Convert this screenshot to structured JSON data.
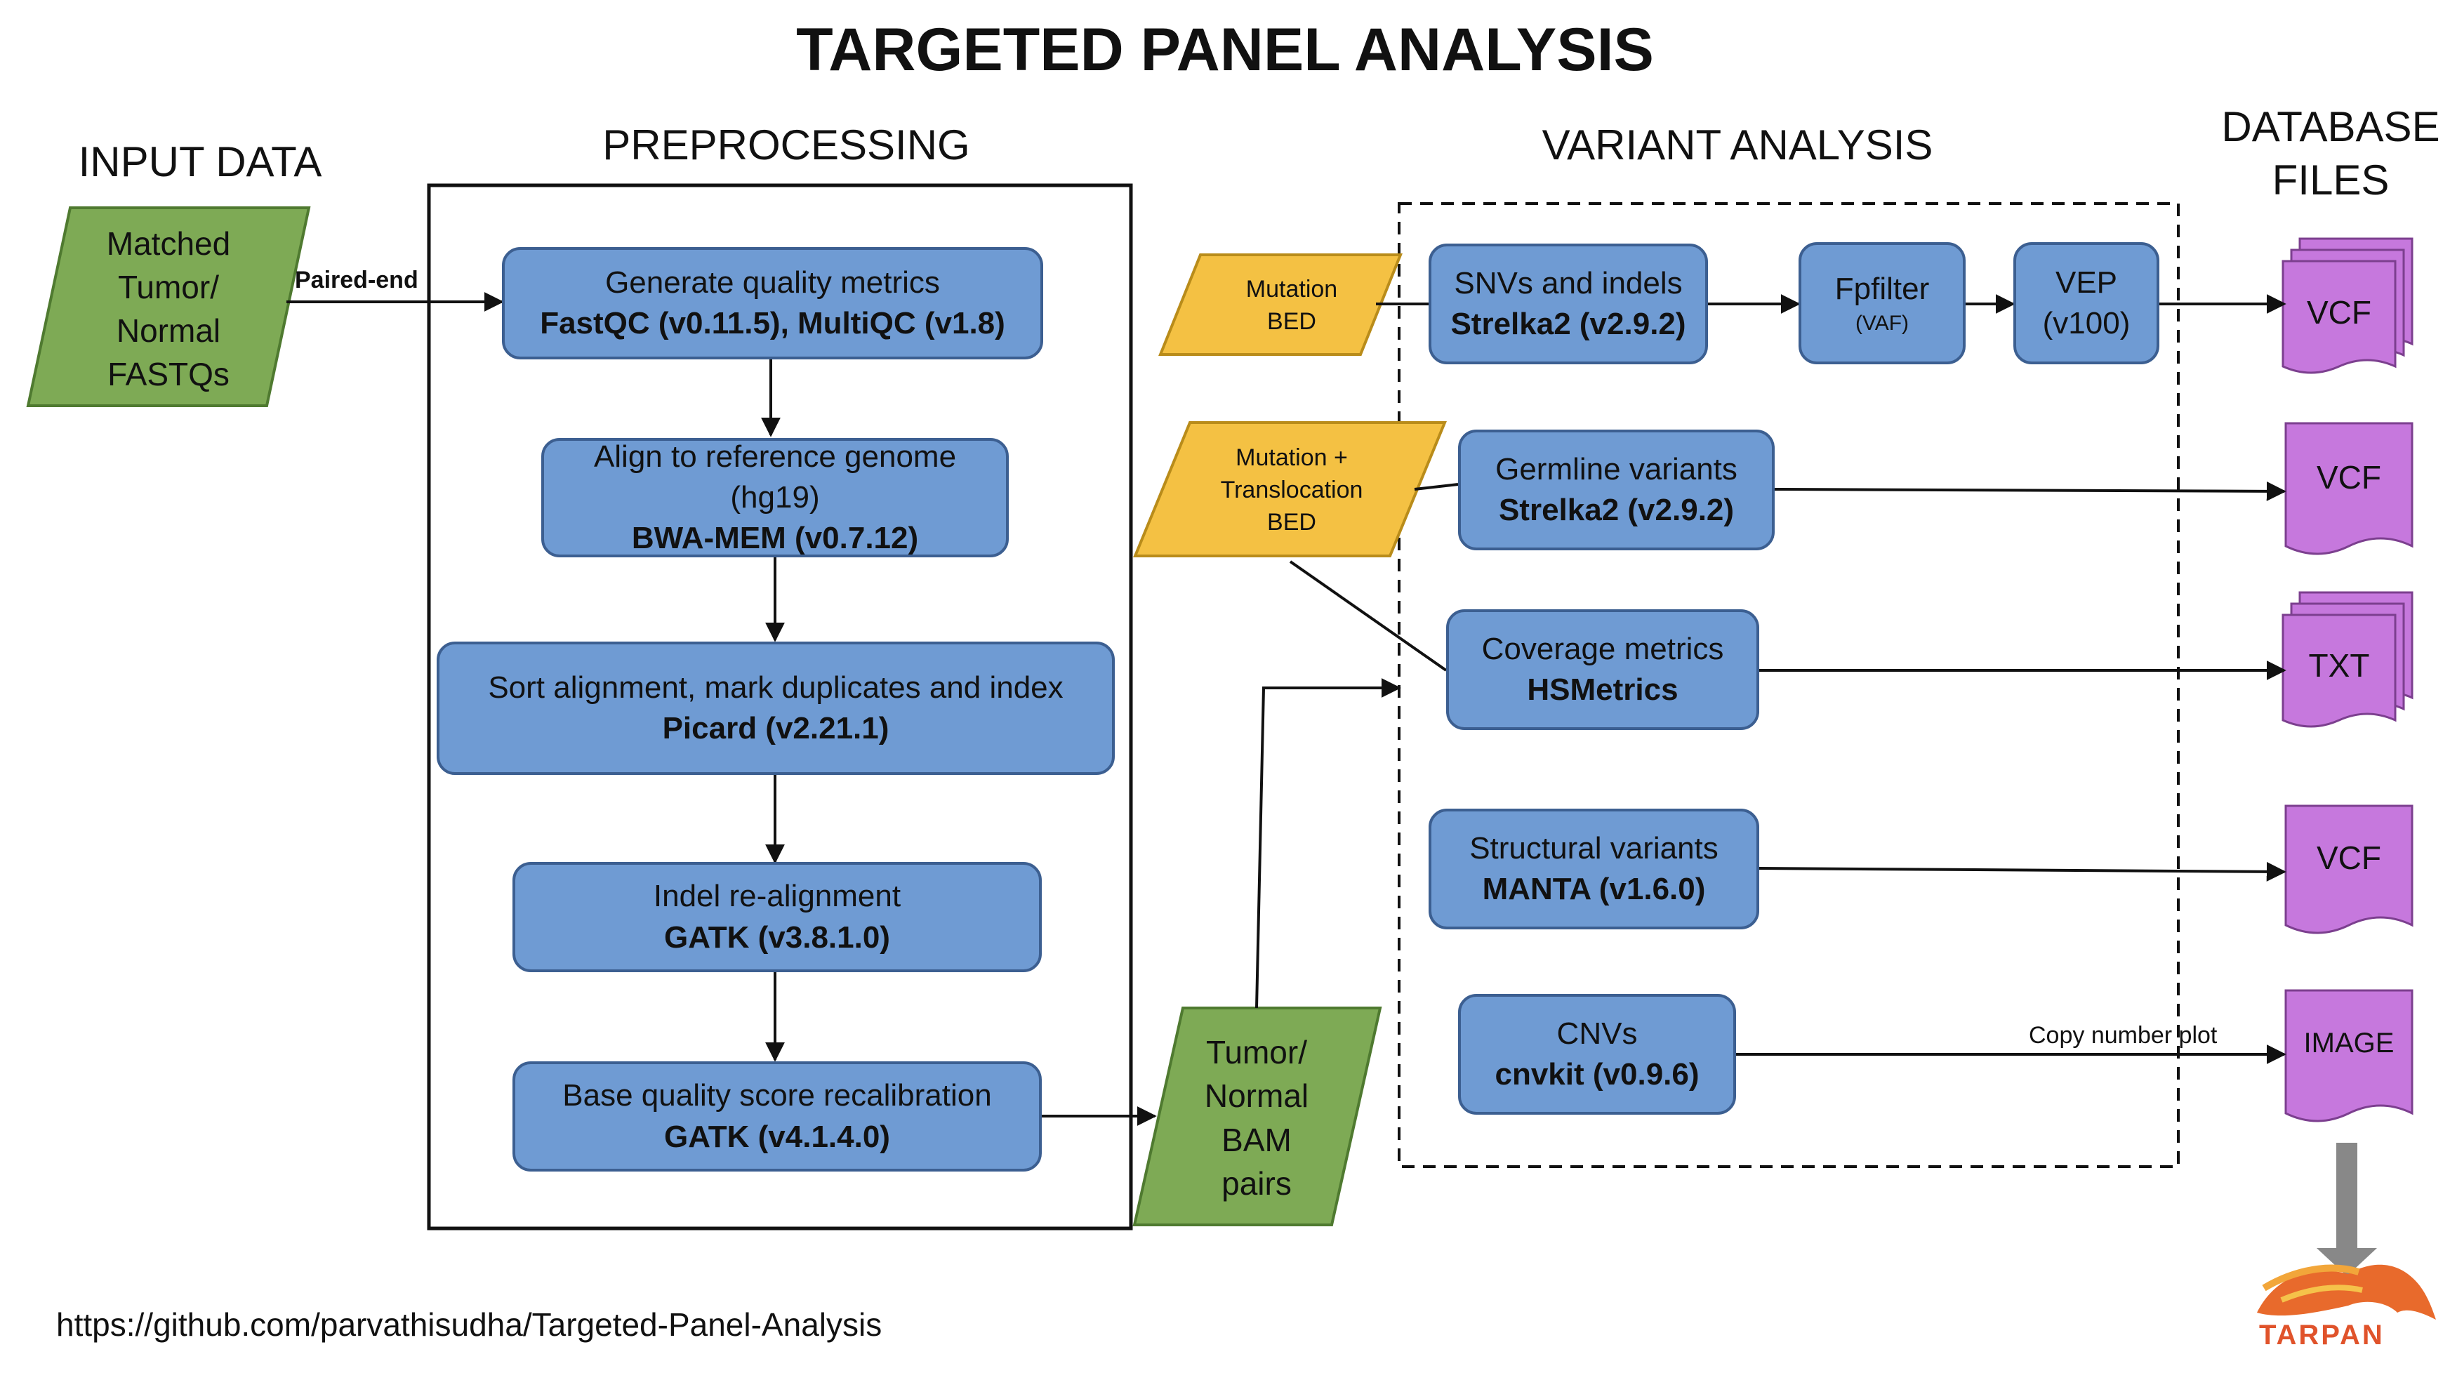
{
  "title": "TARGETED PANEL ANALYSIS",
  "sections": {
    "input": "INPUT DATA",
    "preprocessing": "PREPROCESSING",
    "variant": "VARIANT ANALYSIS",
    "database_line1": "DATABASE",
    "database_line2": "FILES"
  },
  "input_data": {
    "lines": [
      "Matched",
      "Tumor/",
      "Normal",
      "FASTQs"
    ],
    "edge_label": "Paired-end"
  },
  "preprocessing_steps": [
    {
      "line1": "Generate quality metrics",
      "bold": "FastQC (v0.11.5), MultiQC (v1.8)"
    },
    {
      "line1": "Align to reference genome",
      "line2": "(hg19)",
      "bold": "BWA-MEM (v0.7.12)"
    },
    {
      "line1": "Sort alignment, mark duplicates and index",
      "bold": "Picard (v2.21.1)"
    },
    {
      "line1": "Indel re-alignment",
      "bold": "GATK (v3.8.1.0)"
    },
    {
      "line1": "Base quality score recalibration",
      "bold": "GATK (v4.1.4.0)"
    }
  ],
  "bam": {
    "lines": [
      "Tumor/",
      "Normal",
      "BAM",
      "pairs"
    ]
  },
  "bed_files": [
    {
      "lines": [
        "Mutation",
        "BED"
      ]
    },
    {
      "lines": [
        "Mutation +",
        "Translocation",
        "BED"
      ]
    }
  ],
  "variant_steps": {
    "snv": {
      "line1": "SNVs and indels",
      "bold": "Strelka2 (v2.9.2)"
    },
    "fpfilter": {
      "line1": "Fpfilter",
      "small": "(VAF)"
    },
    "vep": {
      "line1": "VEP",
      "line2": "(v100)"
    },
    "germline": {
      "line1": "Germline variants",
      "bold": "Strelka2 (v2.9.2)"
    },
    "coverage": {
      "line1": "Coverage metrics",
      "bold": "HSMetrics"
    },
    "structural": {
      "line1": "Structural variants",
      "bold": "MANTA (v1.6.0)"
    },
    "cnv": {
      "line1": "CNVs",
      "bold": "cnvkit (v0.9.6)"
    }
  },
  "outputs": [
    "VCF",
    "VCF",
    "TXT",
    "VCF",
    "IMAGE"
  ],
  "cnv_edge_label": "Copy number plot",
  "url": "https://github.com/parvathisudha/Targeted-Panel-Analysis",
  "brand": "TARPAN",
  "colors": {
    "process": "#6f9bd3",
    "process_border": "#3c5f91",
    "input": "#7eaa55",
    "bed": "#f4c143",
    "output": "#c678dd"
  }
}
